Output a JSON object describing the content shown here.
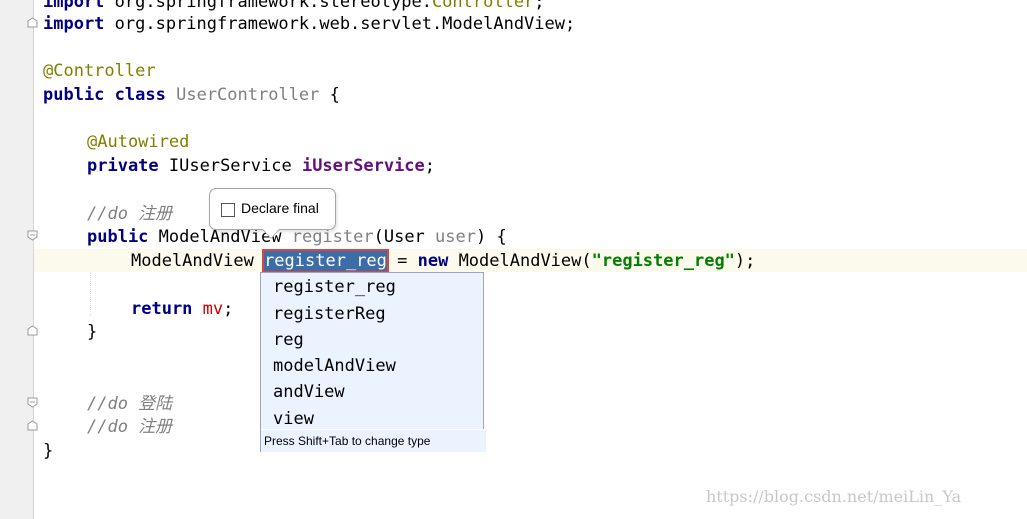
{
  "editor": {
    "lines": {
      "l0": {
        "kw": "import",
        "rest": " org.springframework.stereotype.",
        "ann": "Controller",
        "end": ";"
      },
      "l1": {
        "kw": "import",
        "rest": " org.springframework.web.servlet.ModelAndView;"
      },
      "l3": {
        "ann": "@Controller"
      },
      "l4": {
        "kw1": "public",
        "kw2": "class",
        "cls": "UserController",
        "end": " {"
      },
      "l6": {
        "ann": "@Autowired"
      },
      "l7": {
        "kw": "private",
        "type": " IUserService ",
        "fld": "iUserService",
        "end": ";"
      },
      "l9": {
        "cmt": "//do 注册"
      },
      "l10": {
        "kw": "public",
        "a": " ModelAndView ",
        "m": "register",
        "b": "(User ",
        "p": "user",
        "c": ") {"
      },
      "l11": {
        "type": "ModelAndView ",
        "var": "register_reg",
        "mid": " = ",
        "kw": "new",
        "ctor": " ModelAndView(",
        "str": "\"register_reg\"",
        "end": ");"
      },
      "l13": {
        "kw": "return",
        "var": " mv",
        "end": ";"
      },
      "l14": {
        "brace": "}"
      },
      "l17": {
        "cmt": "//do 登陆"
      },
      "l18": {
        "cmt": "//do 注册"
      },
      "l19": {
        "brace": "}"
      }
    }
  },
  "tooltip": {
    "label": "Declare final"
  },
  "completion": {
    "items": [
      "register_reg",
      "registerReg",
      "reg",
      "modelAndView",
      "andView",
      "view"
    ],
    "footer": "Press Shift+Tab to change type"
  },
  "watermark": "https://blog.csdn.net/meiLin_Ya"
}
